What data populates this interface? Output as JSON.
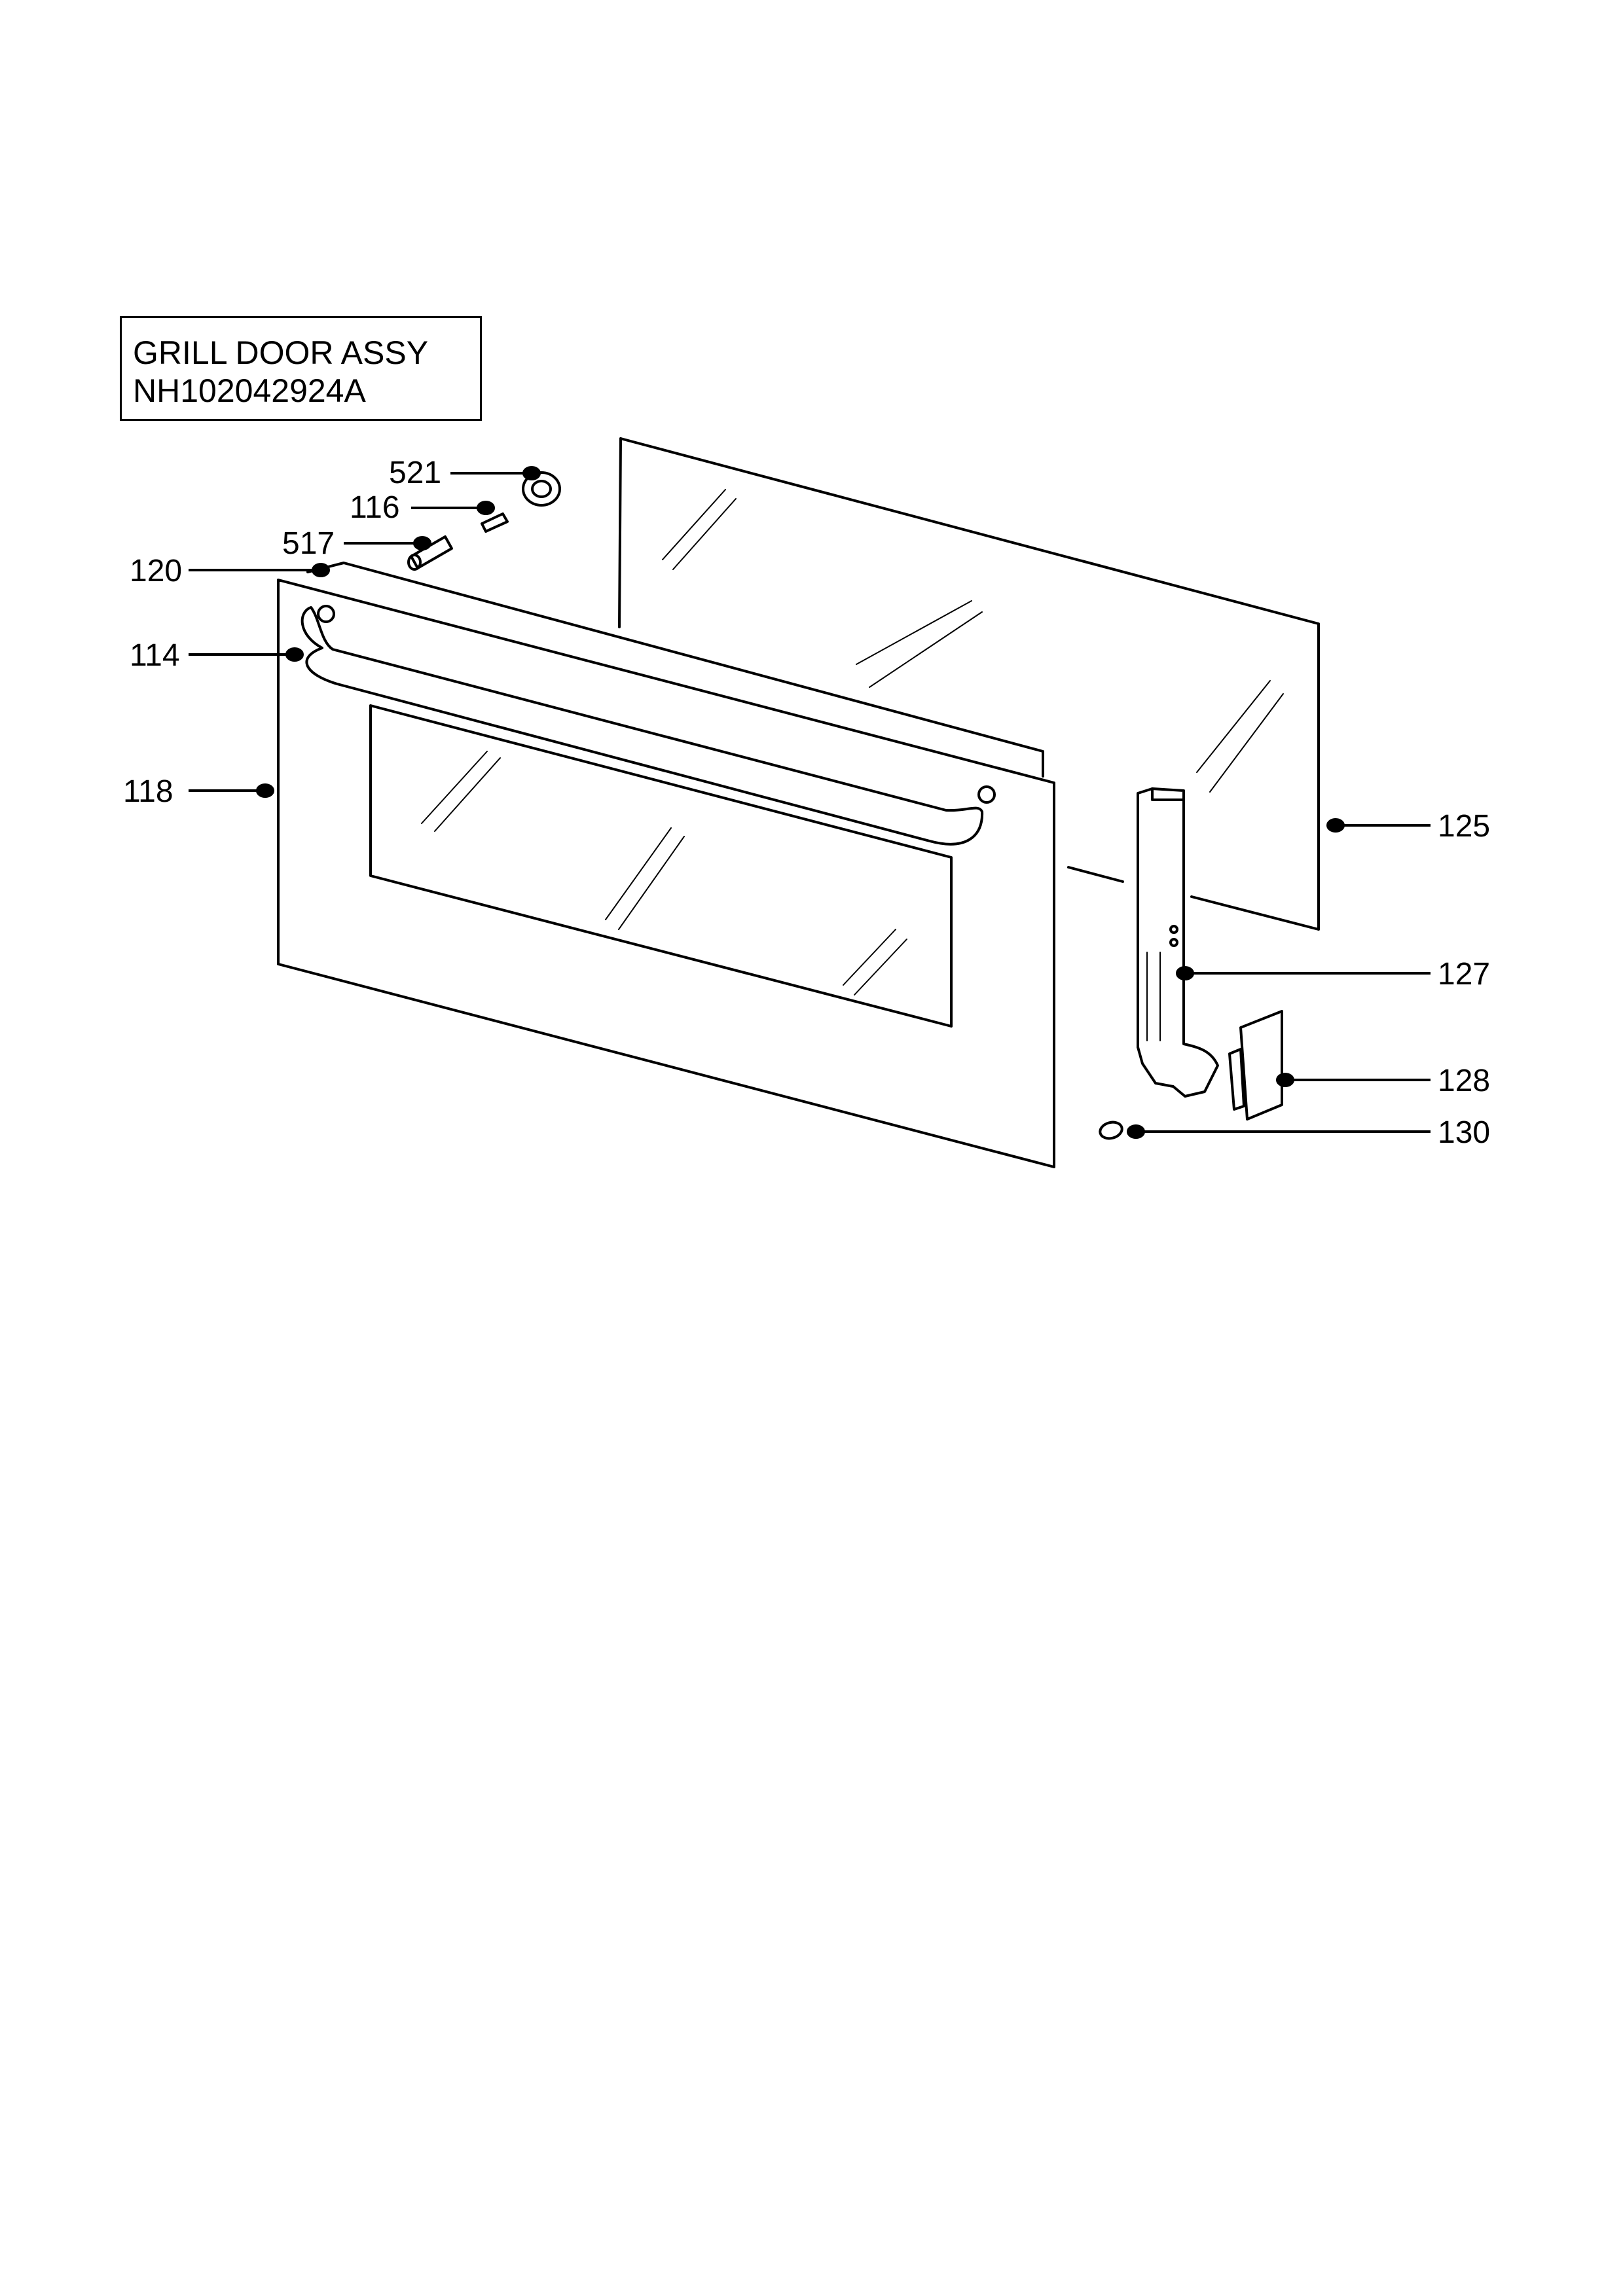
{
  "title": {
    "line1": "GRILL DOOR ASSY",
    "line2": "NH102042924A"
  },
  "callouts": [
    {
      "id": "521",
      "label": "521"
    },
    {
      "id": "116",
      "label": "116"
    },
    {
      "id": "517",
      "label": "517"
    },
    {
      "id": "120",
      "label": "120"
    },
    {
      "id": "114",
      "label": "114"
    },
    {
      "id": "118",
      "label": "118"
    },
    {
      "id": "125",
      "label": "125"
    },
    {
      "id": "127",
      "label": "127"
    },
    {
      "id": "128",
      "label": "128"
    },
    {
      "id": "130",
      "label": "130"
    }
  ]
}
